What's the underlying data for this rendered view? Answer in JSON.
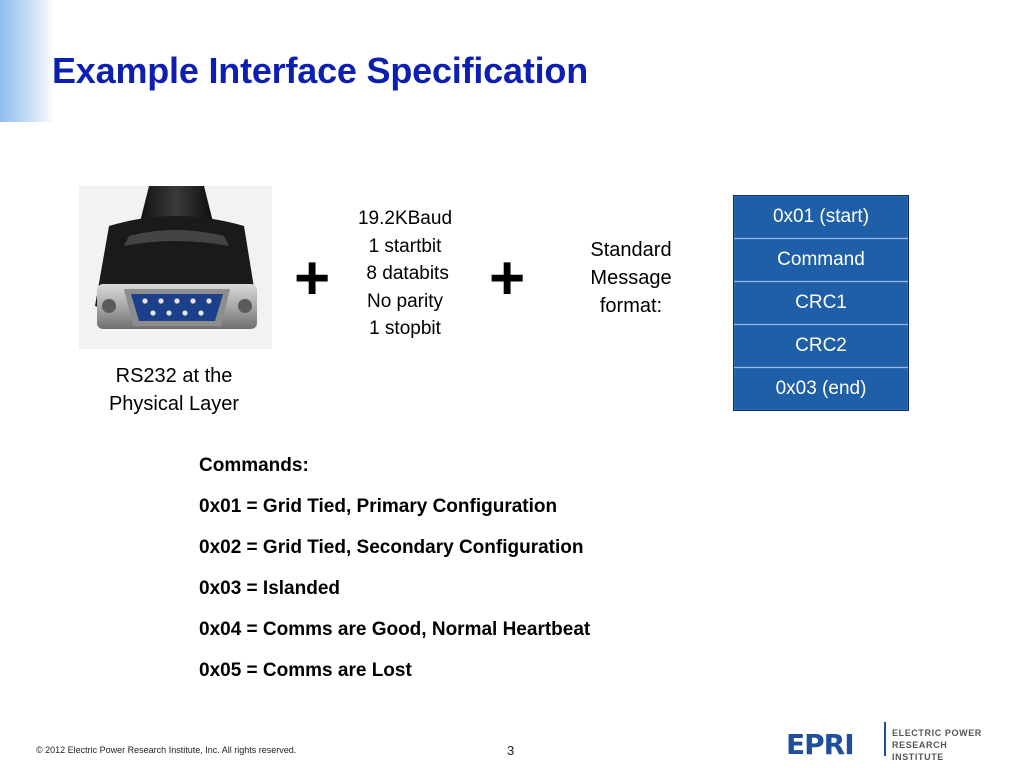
{
  "slide": {
    "title": "Example Interface Specification",
    "rs232_caption": "RS232 at the\nPhysical Layer",
    "plus_symbol": "+",
    "serial_settings": [
      "19.2KBaud",
      "1 startbit",
      " 8 databits",
      "No parity",
      "1 stopbit"
    ],
    "message_format_label": "Standard\nMessage\nformat:",
    "message_frame": [
      "0x01 (start)",
      "Command",
      "CRC1",
      "CRC2",
      "0x03 (end)"
    ],
    "commands": [
      "Commands:",
      "0x01 = Grid Tied, Primary Configuration",
      "0x02 = Grid Tied, Secondary Configuration",
      "0x03 = Islanded",
      "0x04 = Comms are Good, Normal Heartbeat",
      "0x05 = Comms are Lost"
    ]
  },
  "footer": {
    "copyright": "© 2012 Electric Power Research Institute, Inc. All rights reserved.",
    "page_number": "3"
  },
  "logo": {
    "wordmark": "EPRI",
    "tagline": "ELECTRIC POWER\nRESEARCH INSTITUTE"
  },
  "colors": {
    "title": "#0d1fb0",
    "frame_fill": "#1f5fa7",
    "logo_blue": "#1f4e9a"
  }
}
